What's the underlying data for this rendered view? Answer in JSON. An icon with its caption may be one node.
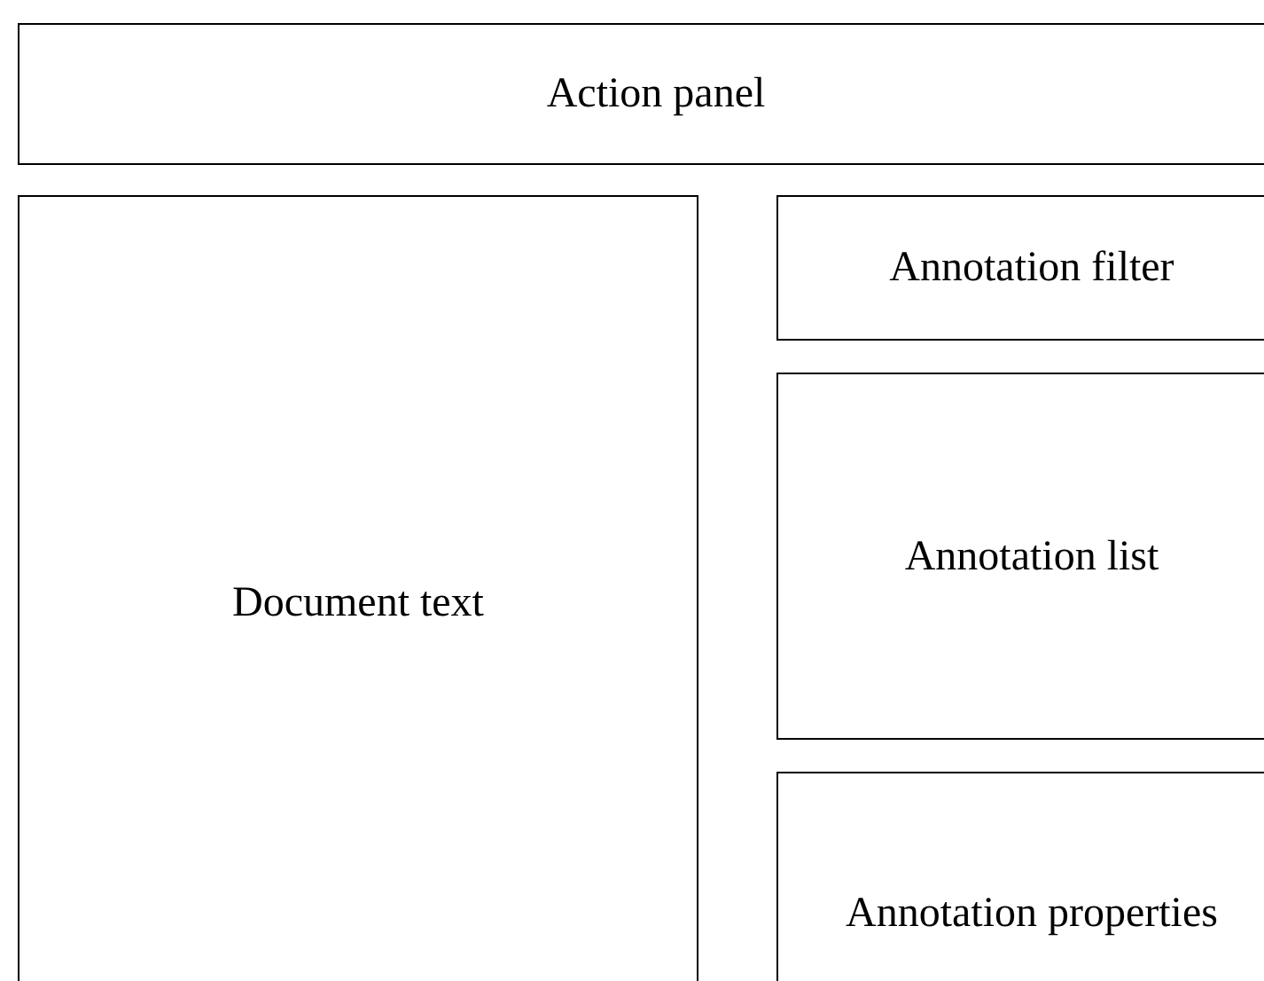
{
  "diagram": {
    "nodes": [
      {
        "text": [
          "Action panel"
        ]
      },
      {
        "text": [
          "Document text"
        ]
      },
      {
        "text": [
          "Annotation filter"
        ]
      },
      {
        "text": [
          "Annotation list"
        ]
      },
      {
        "text": [
          "Annotation properties"
        ]
      }
    ]
  }
}
